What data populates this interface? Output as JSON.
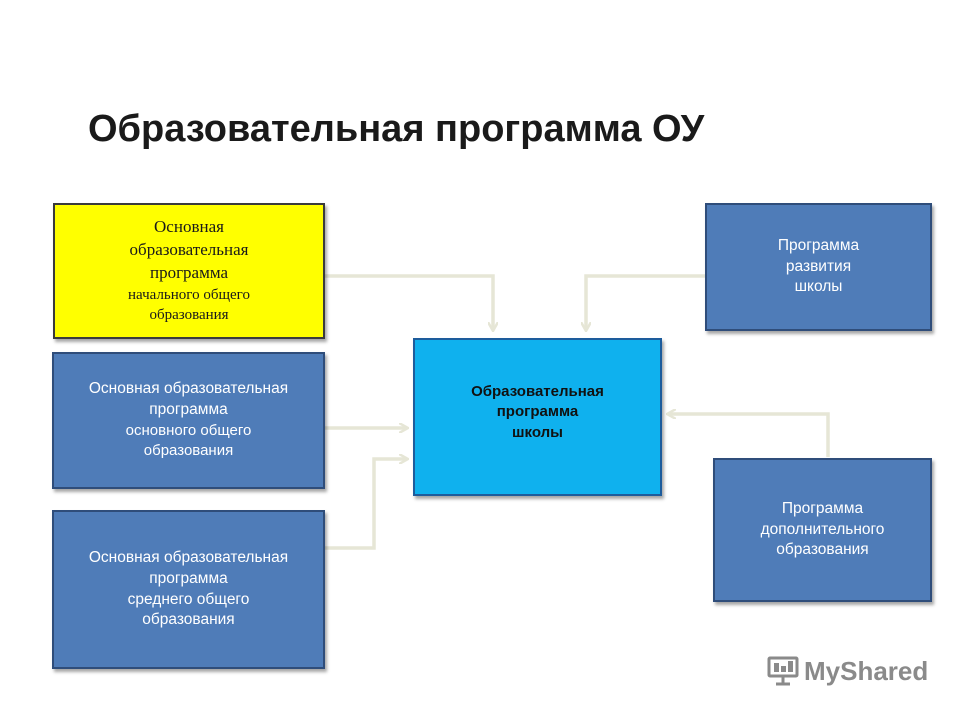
{
  "title": "Образовательная программа  ОУ",
  "boxes": {
    "primary": [
      "Основная",
      "образовательная",
      "программа",
      "начального  общего",
      "образования"
    ],
    "basic": [
      "Основная образовательная",
      "программа",
      "основного общего",
      "образования"
    ],
    "secondary": [
      "Основная образовательная",
      "программа",
      "среднего  общего",
      "образования"
    ],
    "center": [
      "Образовательная",
      "программа",
      "школы"
    ],
    "development": [
      "Программа",
      "развития",
      "школы"
    ],
    "additional": [
      "Программа",
      "дополнительного",
      "образования"
    ]
  },
  "colors": {
    "blue_box": "#4f7cb8",
    "yellow_box": "#ffff00",
    "center_box": "#0fb1ee",
    "arrow": "#e6e6d6"
  },
  "watermark": {
    "text": "MyShared",
    "icon": "presentation-board-icon"
  }
}
